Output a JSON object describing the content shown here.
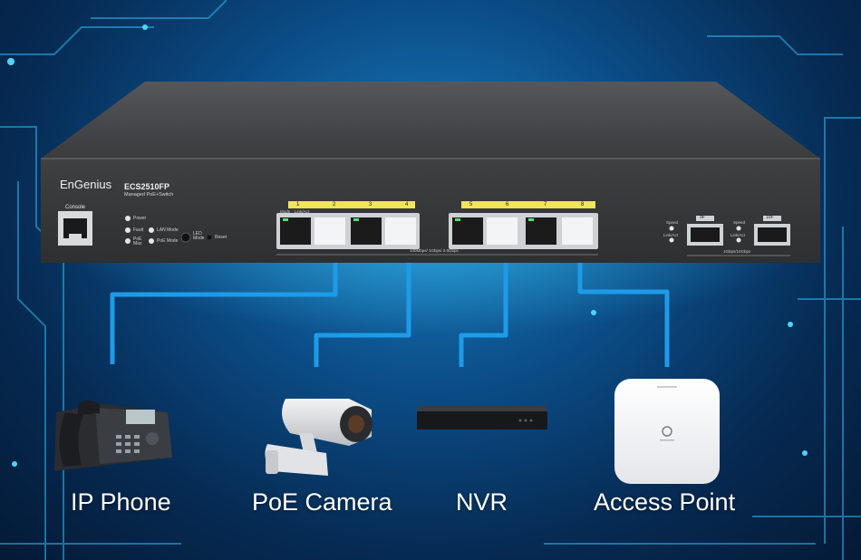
{
  "switch": {
    "brand": "EnGenius",
    "model": "ECS2510FP",
    "model_subtitle": "Managed PoE+Switch",
    "console_label": "Console",
    "led_labels": {
      "power": "Power",
      "fault": "Fault",
      "poe_max": "PoE Max",
      "lan_mode": "LAN Mode",
      "poe_mode": "PoE Mode",
      "led_mode": "LED Mode",
      "reset": "Reset"
    },
    "mode_label": "Mode",
    "link_act_label": "Link/Act",
    "port_numbers": [
      "1",
      "2",
      "3",
      "4",
      "5",
      "6",
      "7",
      "8"
    ],
    "speed_label": "100Mbps/ 1Gbps/ 2.5Gbps",
    "sfp_ports": [
      "9F",
      "10F"
    ],
    "sfp_speed_label": "1Gbps/10Gbps",
    "sfp_led_labels": {
      "speed": "Speed",
      "link_act": "Link/Act"
    }
  },
  "devices": [
    {
      "label": "IP Phone",
      "icon": "ip-phone-icon"
    },
    {
      "label": "PoE Camera",
      "icon": "camera-icon"
    },
    {
      "label": "NVR",
      "icon": "nvr-icon"
    },
    {
      "label": "Access Point",
      "icon": "access-point-icon"
    }
  ],
  "colors": {
    "cable": "#1e9be8",
    "switch_body": "#3c3d3f",
    "port_highlight": "#f2e45c",
    "background_center": "#1a7fc0",
    "background_edge": "#041a36"
  }
}
